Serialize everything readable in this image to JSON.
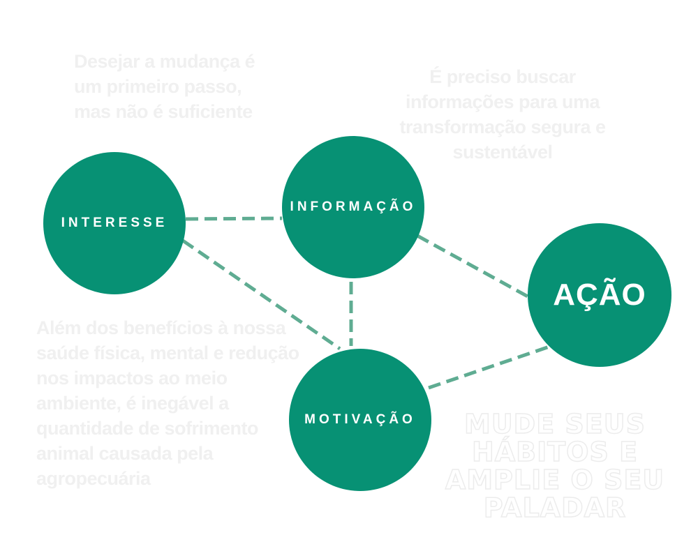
{
  "colors": {
    "node_fill": "#079174",
    "connector": "#5fac92",
    "note_text": "#f0f0f0",
    "slogan_outline": "#ececec"
  },
  "nodes": {
    "interesse": "INTERESSE",
    "informacao": "INFORMAÇÃO",
    "motivacao": "MOTIVAÇÃO",
    "acao": "AÇÃO"
  },
  "notes": {
    "interesse": "Desejar a mudança é um primeiro passo, mas não é suficiente",
    "informacao": "É preciso buscar informações para uma transformação segura e sustentável",
    "motivacao": "Além dos benefícios à nossa saúde física, mental e redução nos impactos ao meio ambiente, é inegável a quantidade de sofrimento animal causada pela agropecuária"
  },
  "slogan": "MUDE SEUS HÁBITOS E AMPLIE O SEU PALADAR",
  "connections": [
    [
      "interesse",
      "informacao"
    ],
    [
      "interesse",
      "motivacao"
    ],
    [
      "informacao",
      "motivacao"
    ],
    [
      "informacao",
      "acao"
    ],
    [
      "motivacao",
      "acao"
    ]
  ]
}
